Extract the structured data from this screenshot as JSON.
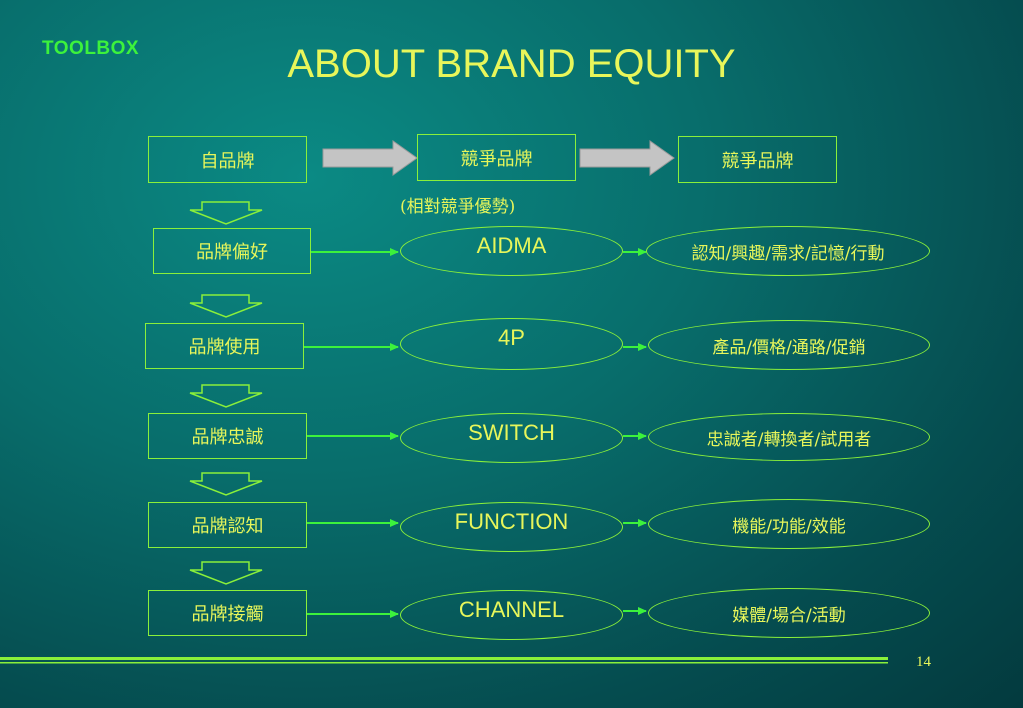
{
  "header": {
    "toolbox": "TOOLBOX",
    "title": "ABOUT BRAND EQUITY"
  },
  "top_row": {
    "own_brand": "自品牌",
    "competitor_brand": "競爭品牌",
    "competitor_brand_2": "競爭品牌",
    "subtitle": "(相對競爭優勢)"
  },
  "rows": [
    {
      "stage": "品牌偏好",
      "model": "AIDMA",
      "detail": "認知/興趣/需求/記憶/行動"
    },
    {
      "stage": "品牌使用",
      "model": "4P",
      "detail": "產品/價格/通路/促銷"
    },
    {
      "stage": "品牌忠誠",
      "model": "SWITCH",
      "detail": "忠誠者/轉換者/試用者"
    },
    {
      "stage": "品牌認知",
      "model": "FUNCTION",
      "detail": "機能/功能/效能"
    },
    {
      "stage": "品牌接觸",
      "model": "CHANNEL",
      "detail": "媒體/場合/活動"
    }
  ],
  "footer": {
    "page_number": "14"
  },
  "colors": {
    "text": "#e8f65a",
    "outline": "#8af03a",
    "accent": "#3cf23c",
    "arrow_fill": "#c4c4c4"
  }
}
